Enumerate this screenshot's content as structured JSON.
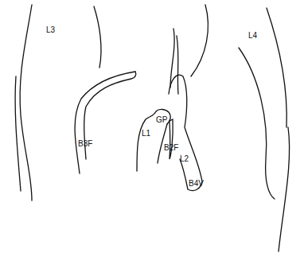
{
  "diagram": {
    "labels": [
      "L3",
      "L4",
      "B3F",
      "GP",
      "L1",
      "B2F",
      "L2",
      "B4V"
    ]
  }
}
